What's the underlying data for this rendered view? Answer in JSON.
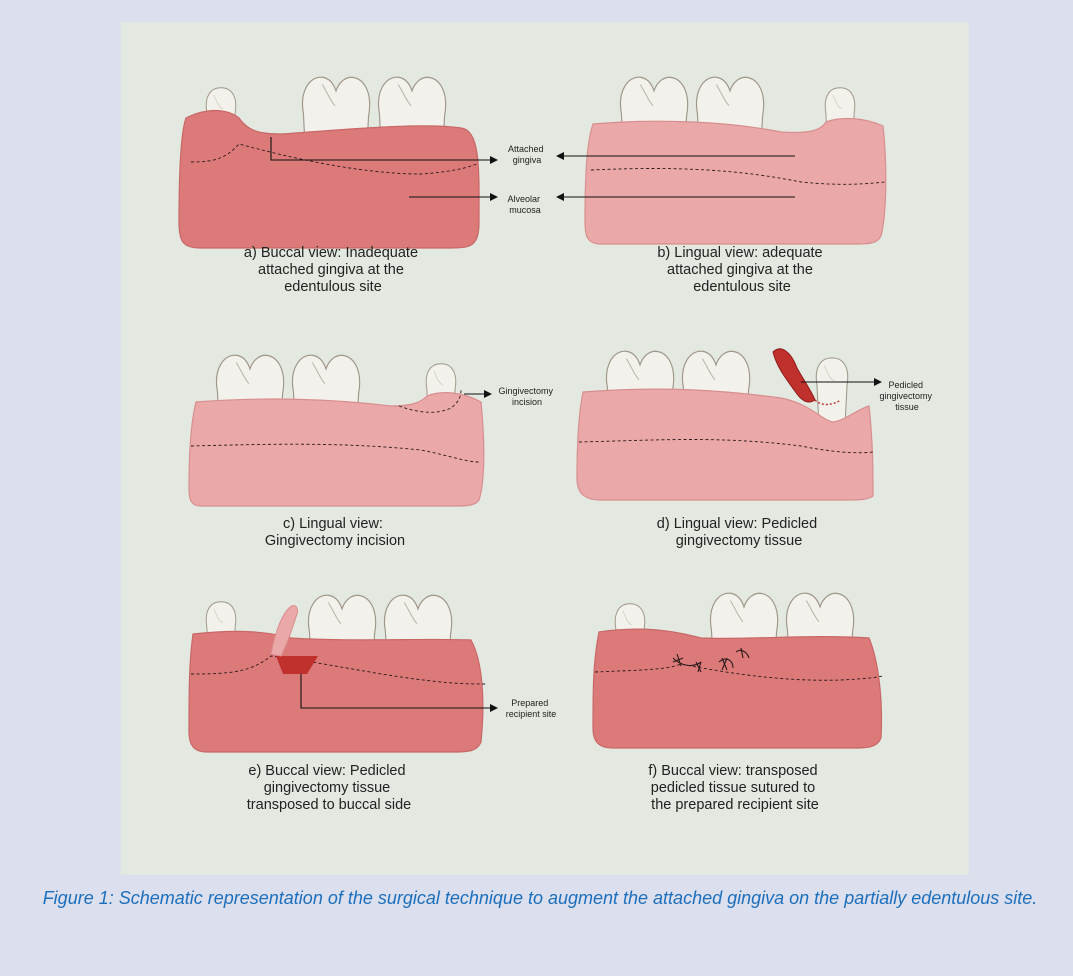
{
  "panels": {
    "a": {
      "label_attached": [
        "Attached",
        "gingiva"
      ],
      "label_alveolar": [
        "Alveolar",
        "mucosa"
      ],
      "caption": [
        "a) Buccal view: Inadequate",
        "attached gingiva at the",
        "edentulous site"
      ]
    },
    "b": {
      "caption": [
        "b) Lingual view: adequate",
        "attached gingiva at the",
        "edentulous site"
      ]
    },
    "c": {
      "label": [
        "Gingivectomy",
        "incision"
      ],
      "caption": [
        "c) Lingual view:",
        "Gingivectomy incision"
      ]
    },
    "d": {
      "label": [
        "Pedicled",
        "gingivectomy",
        "tissue"
      ],
      "caption": [
        "d) Lingual view: Pedicled",
        "gingivectomy tissue"
      ]
    },
    "e": {
      "label": [
        "Prepared",
        "recipient site"
      ],
      "caption": [
        "e) Buccal view: Pedicled",
        "gingivectomy tissue",
        "transposed to buccal side"
      ]
    },
    "f": {
      "caption": [
        "f) Buccal view: transposed",
        "pedicled tissue sutured to",
        "the prepared recipient site"
      ]
    }
  },
  "figure_caption": "Figure 1: Schematic representation of the surgical technique to augment the attached gingiva on the partially edentulous site.",
  "colors": {
    "page_bg": "#dcdfed",
    "panel_bg": "#e3e8e1",
    "buccal_gum": "#dc7a79",
    "lingual_gum": "#eba8a8",
    "graft": "#c0302c",
    "caption": "#1c6fbd"
  }
}
